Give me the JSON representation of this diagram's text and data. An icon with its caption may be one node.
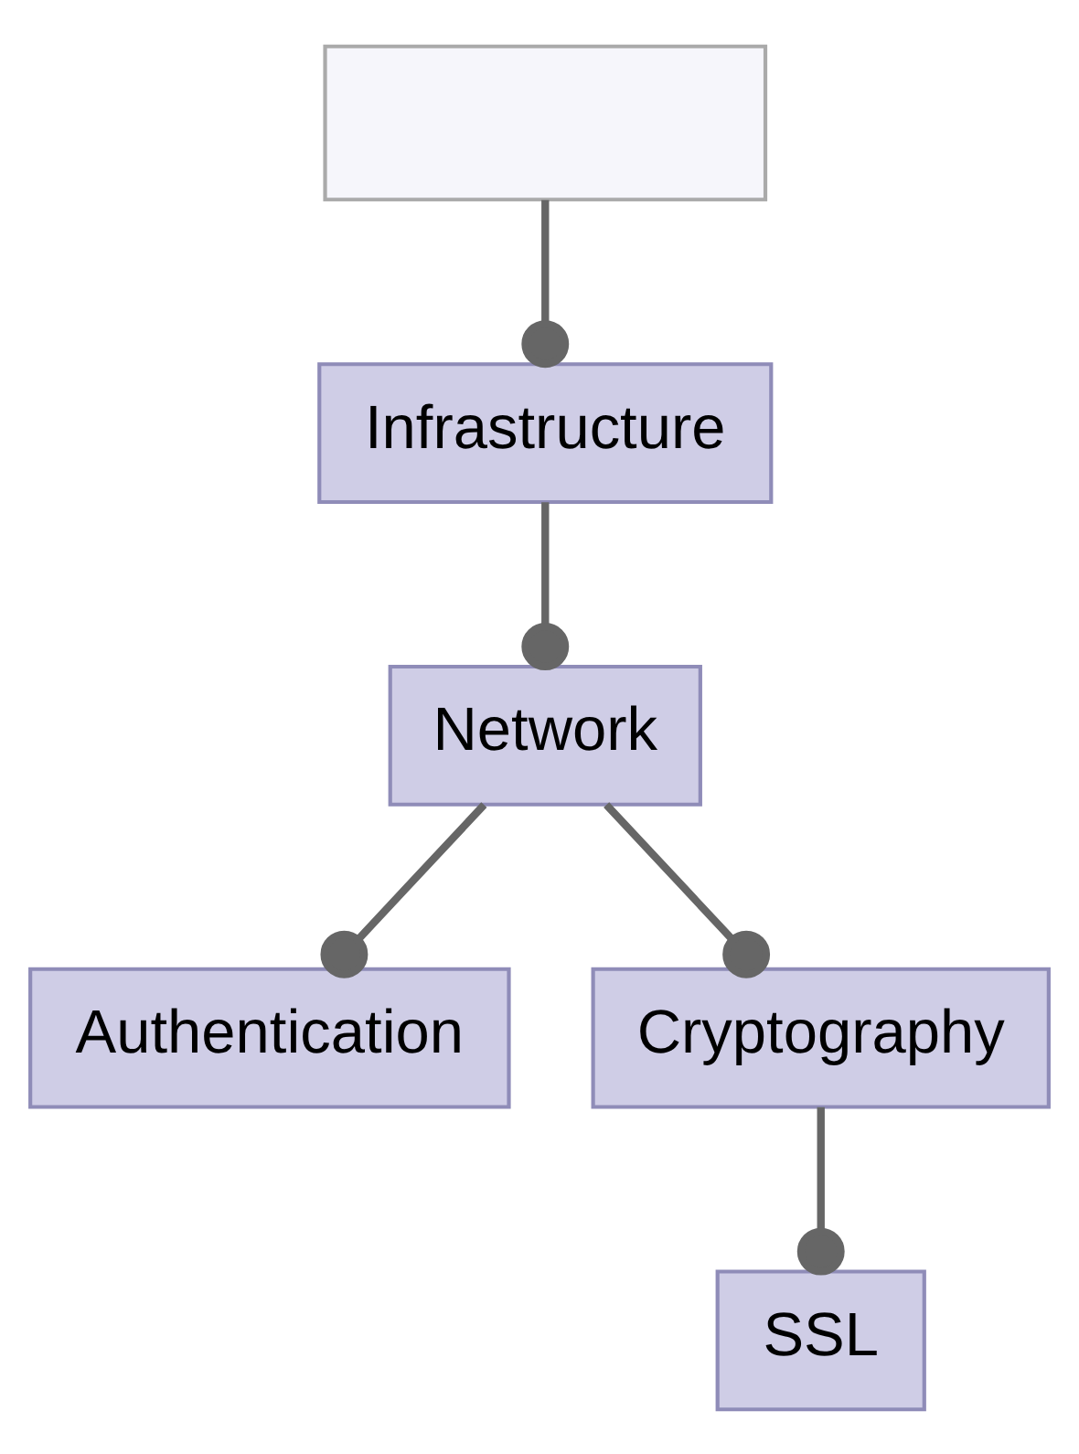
{
  "diagram": {
    "nodes": [
      {
        "text": [],
        "shape": "box"
      },
      {
        "text": [
          "Infrastructure"
        ]
      },
      {
        "text": [
          "Network"
        ]
      },
      {
        "text": [
          "Authentication"
        ]
      },
      {
        "text": [
          "Cryptography"
        ]
      },
      {
        "text": [
          "SSL"
        ]
      }
    ],
    "edges": [
      {
        "from": 0,
        "to": 1,
        "arrow": "other"
      },
      {
        "from": 1,
        "to": 2,
        "arrow": "other"
      },
      {
        "from": 2,
        "to": 3,
        "arrow": "other"
      },
      {
        "from": 2,
        "to": 4,
        "arrow": "other"
      },
      {
        "from": 4,
        "to": 5,
        "arrow": "other"
      }
    ]
  }
}
